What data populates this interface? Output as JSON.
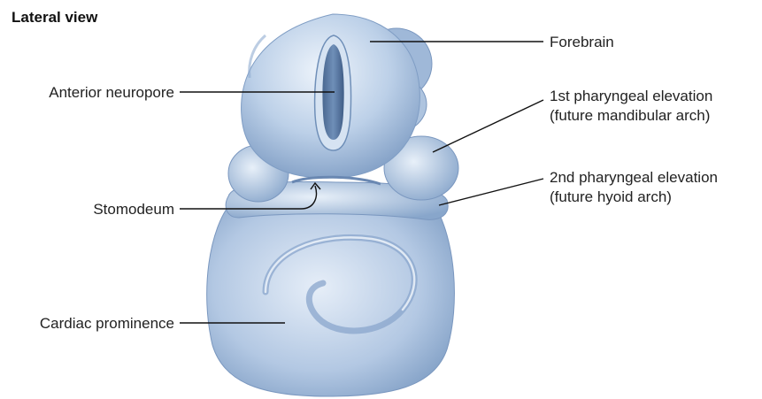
{
  "title": "Lateral view",
  "labels": {
    "forebrain": "Forebrain",
    "anterior_neuropore": "Anterior neuropore",
    "first_arch_line1": "1st pharyngeal elevation",
    "first_arch_line2": "(future mandibular arch)",
    "second_arch_line1": "2nd pharyngeal elevation",
    "second_arch_line2": "(future hyoid arch)",
    "stomodeum": "Stomodeum",
    "cardiac_prominence": "Cardiac prominence"
  },
  "colors": {
    "embryo_light": "#dfe9f5",
    "embryo_mid": "#a8c0dc",
    "embryo_dark": "#5f7fa8",
    "neuropore_dark": "#3f5d86"
  }
}
